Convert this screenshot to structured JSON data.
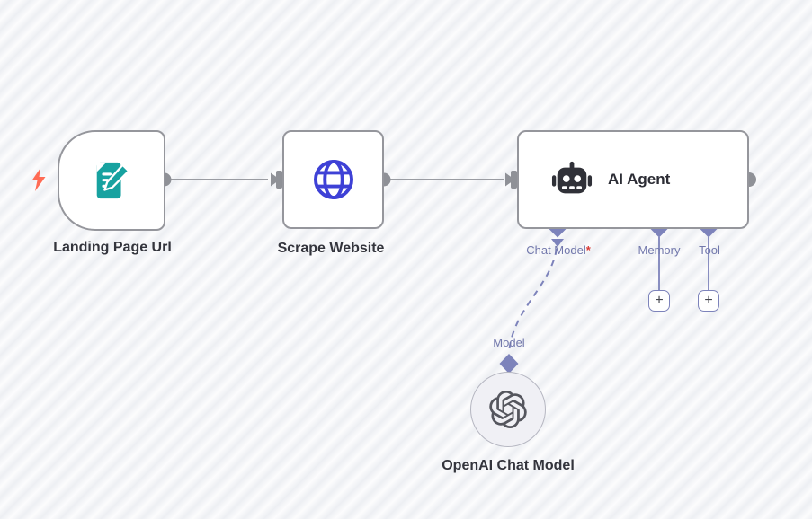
{
  "workflow": {
    "nodes": [
      {
        "id": "landing-page-url",
        "label": "Landing Page Url",
        "icon": "form-document-icon",
        "type": "trigger"
      },
      {
        "id": "scrape-website",
        "label": "Scrape Website",
        "icon": "globe-icon",
        "type": "action"
      },
      {
        "id": "ai-agent",
        "title": "AI Agent",
        "icon": "robot-icon",
        "type": "agent",
        "sub_inputs": [
          {
            "label": "Chat Model",
            "required_marker": "*",
            "connected": true
          },
          {
            "label": "Memory",
            "connected": false
          },
          {
            "label": "Tool",
            "connected": false
          }
        ]
      },
      {
        "id": "openai-chat-model",
        "label": "OpenAI Chat Model",
        "icon": "openai-icon",
        "input_label": "Model",
        "type": "sub-node"
      }
    ],
    "ui": {
      "add_button_label": "+"
    },
    "colors": {
      "canvas_stripe_light": "#fcfcfd",
      "canvas_stripe_dark": "#edeff3",
      "node_border": "#95969c",
      "node_background": "#ffffff",
      "connector_gray": "#8f9197",
      "wire_gray": "#9a9ca2",
      "ai_connector_purple": "#7d83bb",
      "ai_label_purple": "#7278ac",
      "required_red": "#d93a35",
      "trigger_bolt_orange": "#ff6b54",
      "form_icon_teal": "#17a2a0",
      "globe_icon_blue": "#3e41d6",
      "robot_icon_dark": "#303138",
      "openai_icon_gray": "#55565e",
      "openai_node_fill": "#f0f0f5",
      "label_dark": "#33343c"
    }
  }
}
